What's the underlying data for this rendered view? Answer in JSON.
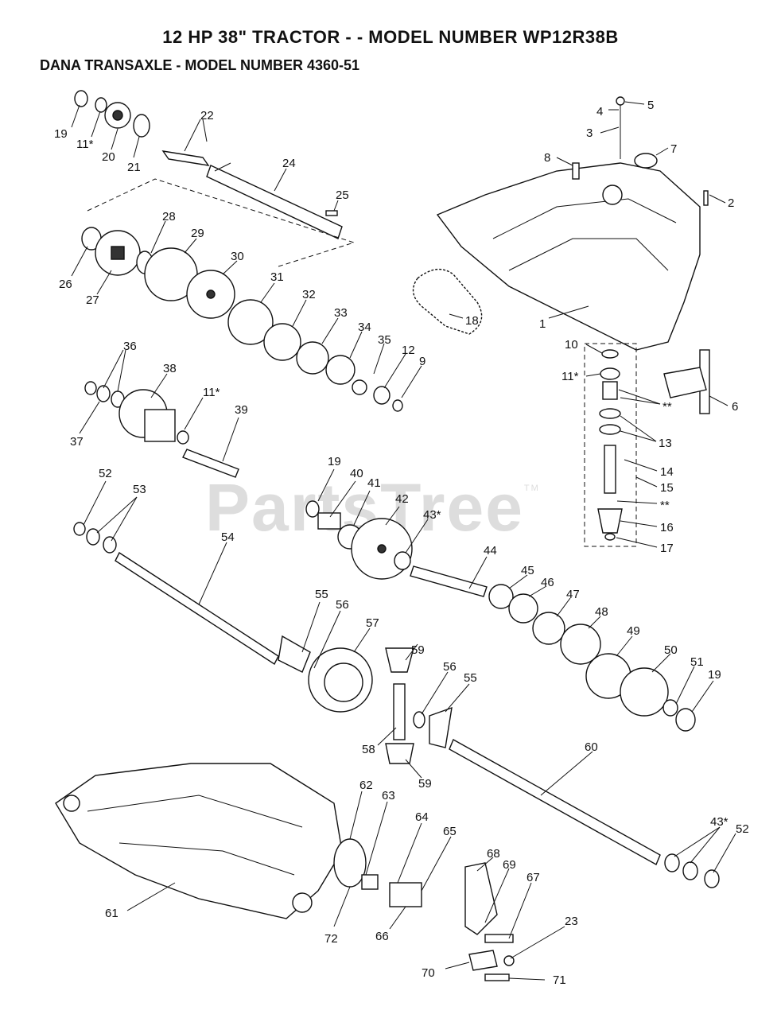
{
  "header": {
    "title": "12 HP 38\" TRACTOR - - MODEL NUMBER WP12R38B",
    "subtitle": "DANA TRANSAXLE - MODEL NUMBER 4360-51"
  },
  "watermark": {
    "text": "PartsTree",
    "tm": "TM"
  },
  "callouts": [
    "19",
    "11*",
    "20",
    "21",
    "22",
    "24",
    "25",
    "26",
    "27",
    "28",
    "29",
    "30",
    "31",
    "32",
    "33",
    "34",
    "35",
    "12",
    "9",
    "36",
    "37",
    "38",
    "11*",
    "39",
    "18",
    "1",
    "4",
    "5",
    "3",
    "7",
    "8",
    "2",
    "10",
    "11*",
    "**",
    "13",
    "14",
    "15",
    "**",
    "16",
    "17",
    "6",
    "52",
    "53",
    "54",
    "19",
    "40",
    "41",
    "42",
    "43*",
    "44",
    "45",
    "46",
    "47",
    "48",
    "49",
    "50",
    "51",
    "19",
    "55",
    "56",
    "57",
    "59",
    "56",
    "55",
    "58",
    "59",
    "60",
    "43*",
    "52",
    "61",
    "62",
    "63",
    "64",
    "65",
    "68",
    "69",
    "67",
    "72",
    "66",
    "23",
    "70",
    "71"
  ]
}
